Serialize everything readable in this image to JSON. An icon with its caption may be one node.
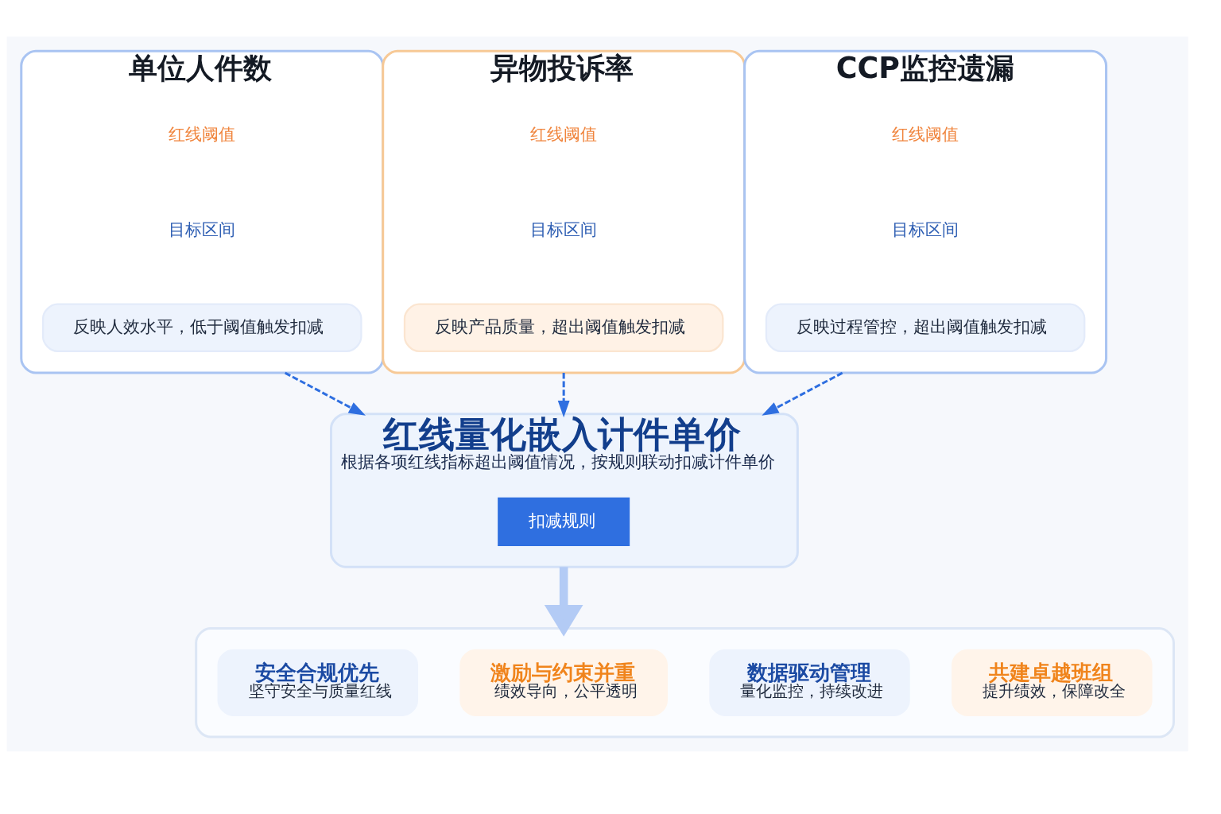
{
  "diagram": {
    "nodes": [
      {
        "text": [
          "单位人件数"
        ]
      },
      {
        "text": [
          "反映人效水平，低于阈值触发扣减"
        ],
        "in": 0
      },
      {
        "text": [
          "异物投诉率"
        ]
      },
      {
        "text": [
          "反映产品质量，超出阈值触发扣减"
        ],
        "in": 2
      },
      {
        "text": [
          "CCP监控遗漏"
        ]
      },
      {
        "text": [
          "反映过程管控，超出阈值触发扣减"
        ],
        "in": 4
      },
      {
        "text": [
          "红线量化嵌入计件单价",
          "根据各项红线指标超出阈值情况，按规则联动扣减计件单价"
        ]
      },
      {
        "text": [
          "扣减规则"
        ],
        "in": 6
      },
      {
        "text": [],
        "shape": "box"
      },
      {
        "text": [
          "安全合规优先",
          "坚守安全与质量红线"
        ],
        "in": 8
      },
      {
        "text": [
          "激励与约束并重",
          "绩效导向，公平透明"
        ],
        "in": 8
      },
      {
        "text": [
          "数据驱动管理",
          "量化监控，持续改进"
        ],
        "in": 8
      },
      {
        "text": [
          "共建卓越班组",
          "提升绩效，保障改全"
        ],
        "in": 8
      }
    ],
    "edges": [
      {
        "from": 0,
        "to": 6,
        "arrow": "to",
        "style": "dashed"
      },
      {
        "from": 2,
        "to": 6,
        "arrow": "to",
        "style": "dashed"
      },
      {
        "from": 4,
        "to": 6,
        "arrow": "to",
        "style": "dashed"
      },
      {
        "from": 6,
        "to": 8,
        "arrow": "to",
        "style": "thick",
        "color": "#b3cbf5"
      }
    ],
    "labels": [
      "红线阈值",
      "目标区间",
      "红线阈值",
      "目标区间",
      "红线阈值",
      "目标区间"
    ]
  }
}
